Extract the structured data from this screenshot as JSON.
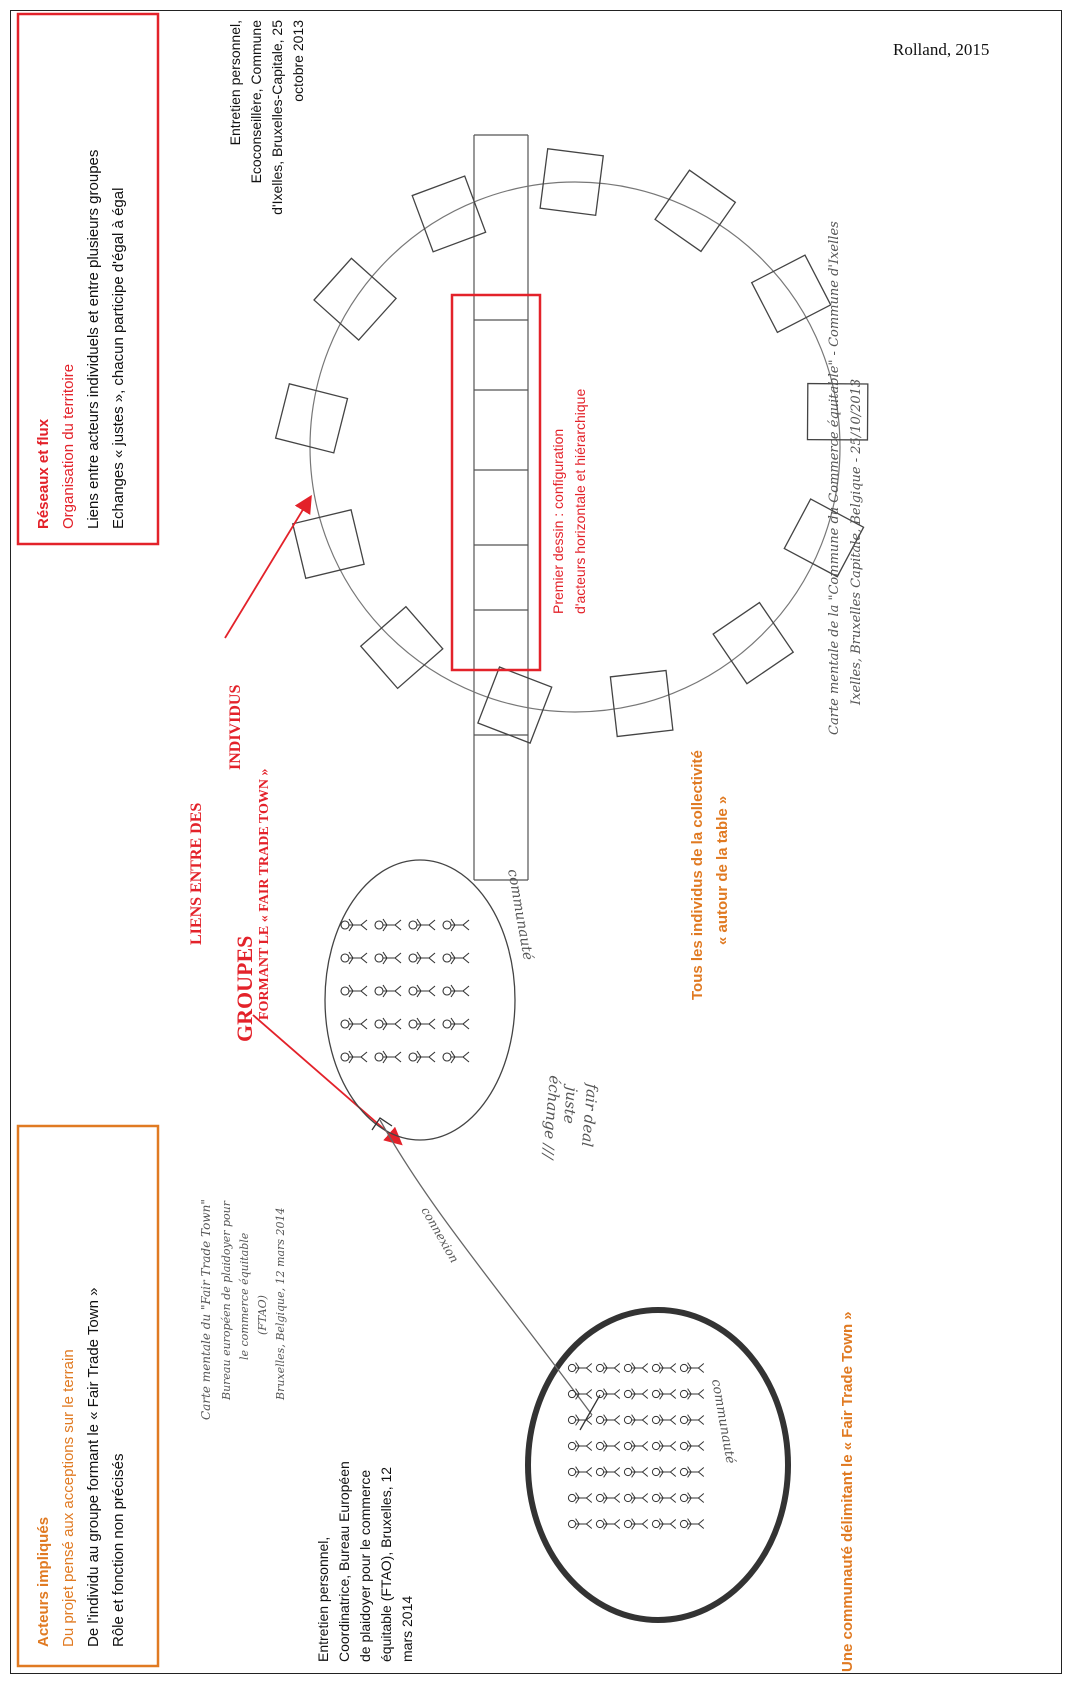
{
  "credit": "Rolland, 2015",
  "colors": {
    "red": "#e3222a",
    "orange": "#e07a22",
    "ink": "#111111",
    "pencil": "#555555"
  },
  "box_top": {
    "title": "Réseaux et flux",
    "subtitle": "Organisation du territoire",
    "line1": "Liens entre acteurs individuels et entre plusieurs groupes",
    "line2": "Echanges « justes », chacun participe d'égal à égal"
  },
  "box_bottom": {
    "title": "Acteurs impliqués",
    "subtitle": "Du projet pensé aux acceptions sur le terrain",
    "line1": "De l'individu au groupe formant le « Fair Trade Town »",
    "line2": "Rôle et fonction non précisés"
  },
  "source_top": {
    "l1": "Entretien personnel,",
    "l2": "Ecoconseillère, Commune",
    "l3": "d'Ixelles, Bruxelles-Capitale, 25",
    "l4": "octobre 2013"
  },
  "source_bottom": {
    "l1": "Entretien personnel,",
    "l2": "Coordinatrice, Bureau Européen",
    "l3": "de plaidoyer pour le commerce",
    "l4": "équitable (FTAO), Bruxelles, 12",
    "l5": "mars 2014"
  },
  "premier_dessin": {
    "l1": "Premier dessin : configuration",
    "l2": "d'acteurs horizontale et hiérarchique"
  },
  "liens": {
    "l1": "LIENS ENTRE DES",
    "l2": "INDIVIDUS",
    "groupes": "GROUPES",
    "formant": "FORMANT LE « FAIR TRADE TOWN »"
  },
  "tous": {
    "l1": "Tous les individus de la collectivité",
    "l2": "« autour de la table »"
  },
  "communaute": "Une communauté délimitant le « Fair Trade Town »",
  "handwriting": {
    "top_l1": "Carte mentale de la \"Commune du Commerce équitable\" - Commune d'Ixelles",
    "top_l2": "Ixelles, Bruxelles Capitale, Belgique - 25/10/2013",
    "bottom_l1": "Carte mentale du \"Fair Trade Town\"",
    "bottom_l2": "Bureau européen de plaidoyer pour",
    "bottom_l3": "le commerce équitable",
    "bottom_l4": "(FTAO)",
    "bottom_l5": "Bruxelles, Belgique, 12 mars 2014",
    "communaute1": "communauté",
    "communaute2": "communauté",
    "connexion": "connexion",
    "echange_l1": "échange ///",
    "echange_l2": "juste",
    "echange_l3": "fair deal"
  }
}
